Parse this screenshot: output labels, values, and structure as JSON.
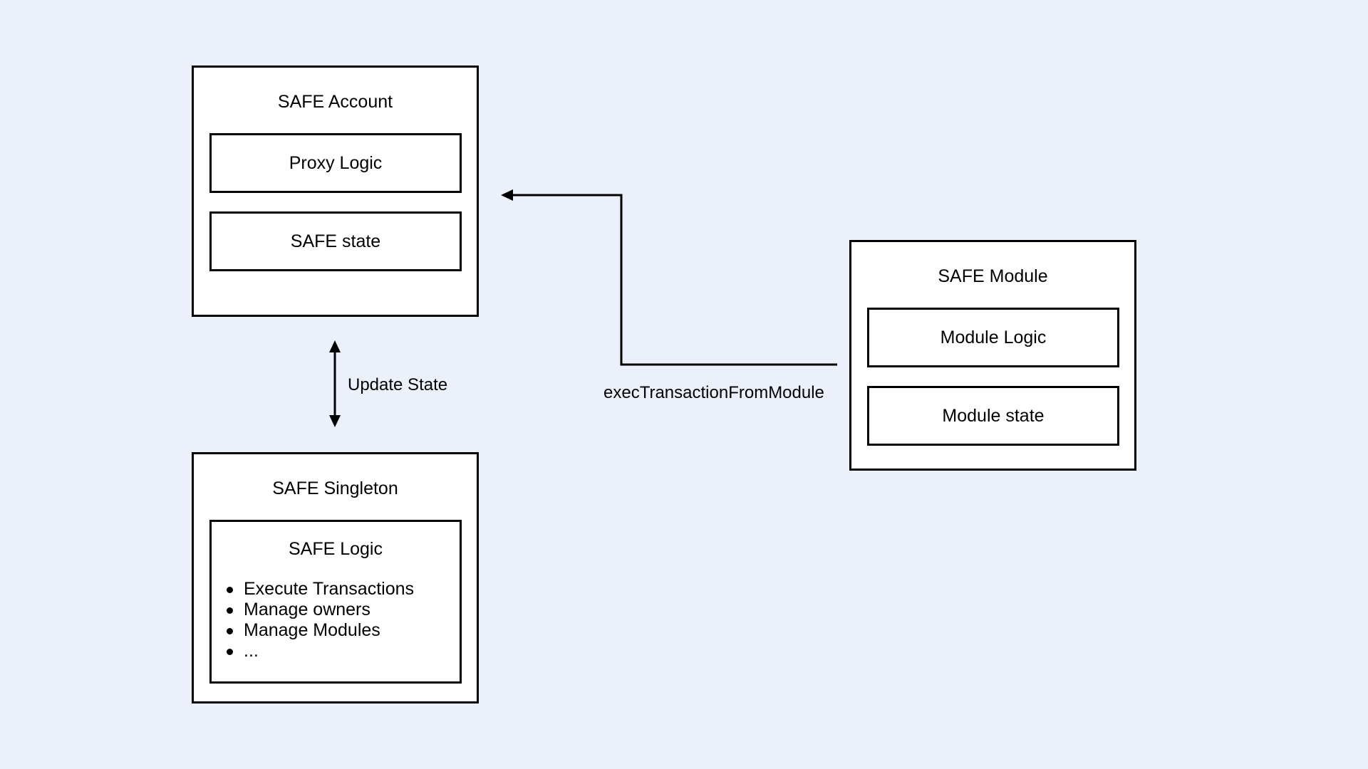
{
  "safe_account": {
    "title": "SAFE Account",
    "components": [
      "Proxy Logic",
      "SAFE state"
    ]
  },
  "safe_singleton": {
    "title": "SAFE Singleton",
    "logic": {
      "title": "SAFE Logic",
      "items": [
        "Execute Transactions",
        "Manage owners",
        "Manage Modules",
        "..."
      ]
    }
  },
  "safe_module": {
    "title": "SAFE Module",
    "components": [
      "Module Logic",
      "Module state"
    ]
  },
  "edges": {
    "update_state": "Update State",
    "exec_transaction": "execTransactionFromModule"
  }
}
